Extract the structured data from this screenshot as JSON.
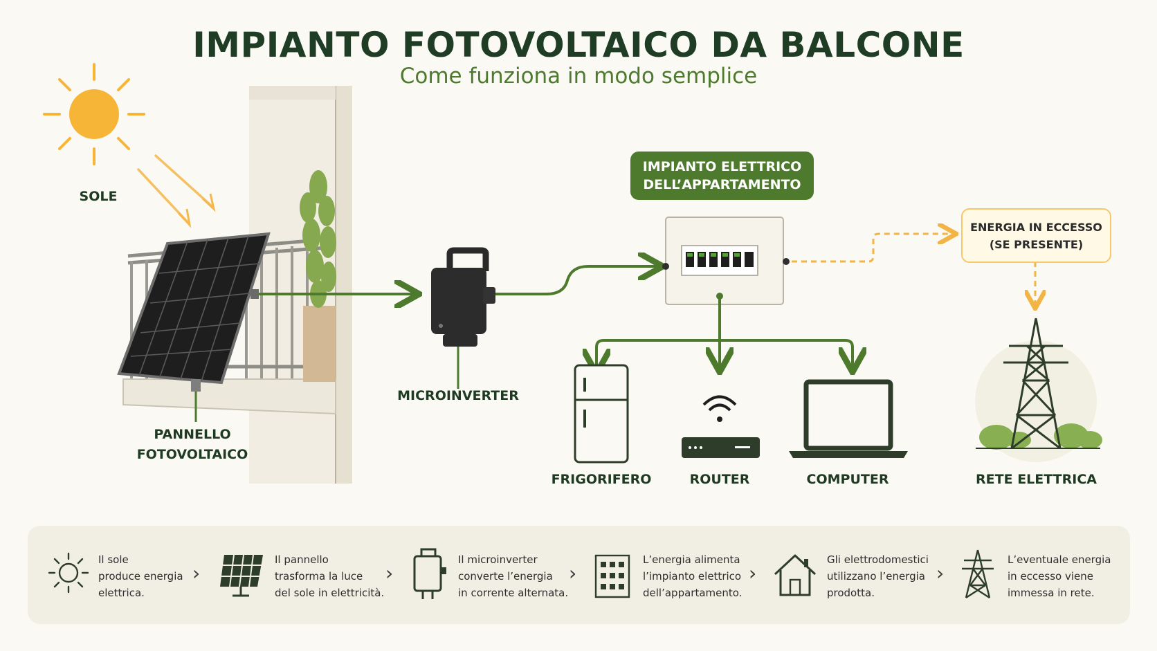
{
  "header": {
    "title": "IMPIANTO FOTOVOLTAICO DA BALCONE",
    "subtitle": "Come funziona in modo semplice"
  },
  "diagram": {
    "sun_label": "SOLE",
    "panel_label_line1": "PANNELLO",
    "panel_label_line2": "FOTOVOLTAICO",
    "microinverter_label": "MICROINVERTER",
    "electrical_box_line1": "IMPIANTO ELETTRICO",
    "electrical_box_line2": "DELL’APPARTAMENTO",
    "excess_line1": "ENERGIA IN ECCESSO",
    "excess_line2": "(SE PRESENTE)",
    "fridge_label": "FRIGORIFERO",
    "router_label": "ROUTER",
    "computer_label": "COMPUTER",
    "grid_label": "RETE ELETTRICA"
  },
  "steps": [
    {
      "icon": "sun-icon",
      "line1": "Il sole",
      "line2": "produce energia",
      "line3": "elettrica."
    },
    {
      "icon": "solar-panel-icon",
      "line1": "Il pannello",
      "line2": "trasforma la luce",
      "line3": "del sole in elettricità."
    },
    {
      "icon": "microinverter-icon",
      "line1": "Il microinverter",
      "line2": "converte l’energia",
      "line3": "in corrente alternata."
    },
    {
      "icon": "breaker-panel-icon",
      "line1": "L’energia alimenta",
      "line2": "l’impianto elettrico",
      "line3": "dell’appartamento."
    },
    {
      "icon": "house-icon",
      "line1": "Gli elettrodomestici",
      "line2": "utilizzano l’energia",
      "line3": "prodotta."
    },
    {
      "icon": "pylon-icon",
      "line1": "L’eventuale energia",
      "line2": "in eccesso viene",
      "line3": "immessa in rete."
    }
  ],
  "colors": {
    "green_dark": "#1f3c24",
    "green_accent": "#4e7a2d",
    "sun": "#f7b538",
    "dashed_orange": "#f2b445"
  }
}
